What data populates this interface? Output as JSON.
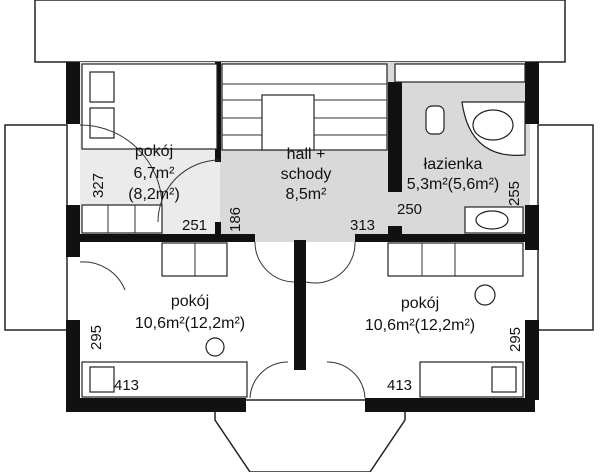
{
  "rooms": {
    "bedroom_small": {
      "name": "pokój",
      "area": "6,7m²",
      "area_total": "(8,2m²)"
    },
    "hall": {
      "name": "hall +",
      "name2": "schody",
      "area": "8,5m²"
    },
    "bathroom": {
      "name": "łazienka",
      "area": "5,3m²(5,6m²)"
    },
    "bedroom_left": {
      "name": "pokój",
      "area": "10,6m²(12,2m²)"
    },
    "bedroom_right": {
      "name": "pokój",
      "area": "10,6m²(12,2m²)"
    }
  },
  "dimensions": {
    "d327": "327",
    "d251": "251",
    "d186": "186",
    "d313": "313",
    "d250": "250",
    "d255": "255",
    "d295_left": "295",
    "d413_left": "413",
    "d413_right": "413",
    "d295_right": "295"
  },
  "colors": {
    "wall": "#111111",
    "floor_gray": "#d9d9d9",
    "floor_white": "#ffffff"
  }
}
